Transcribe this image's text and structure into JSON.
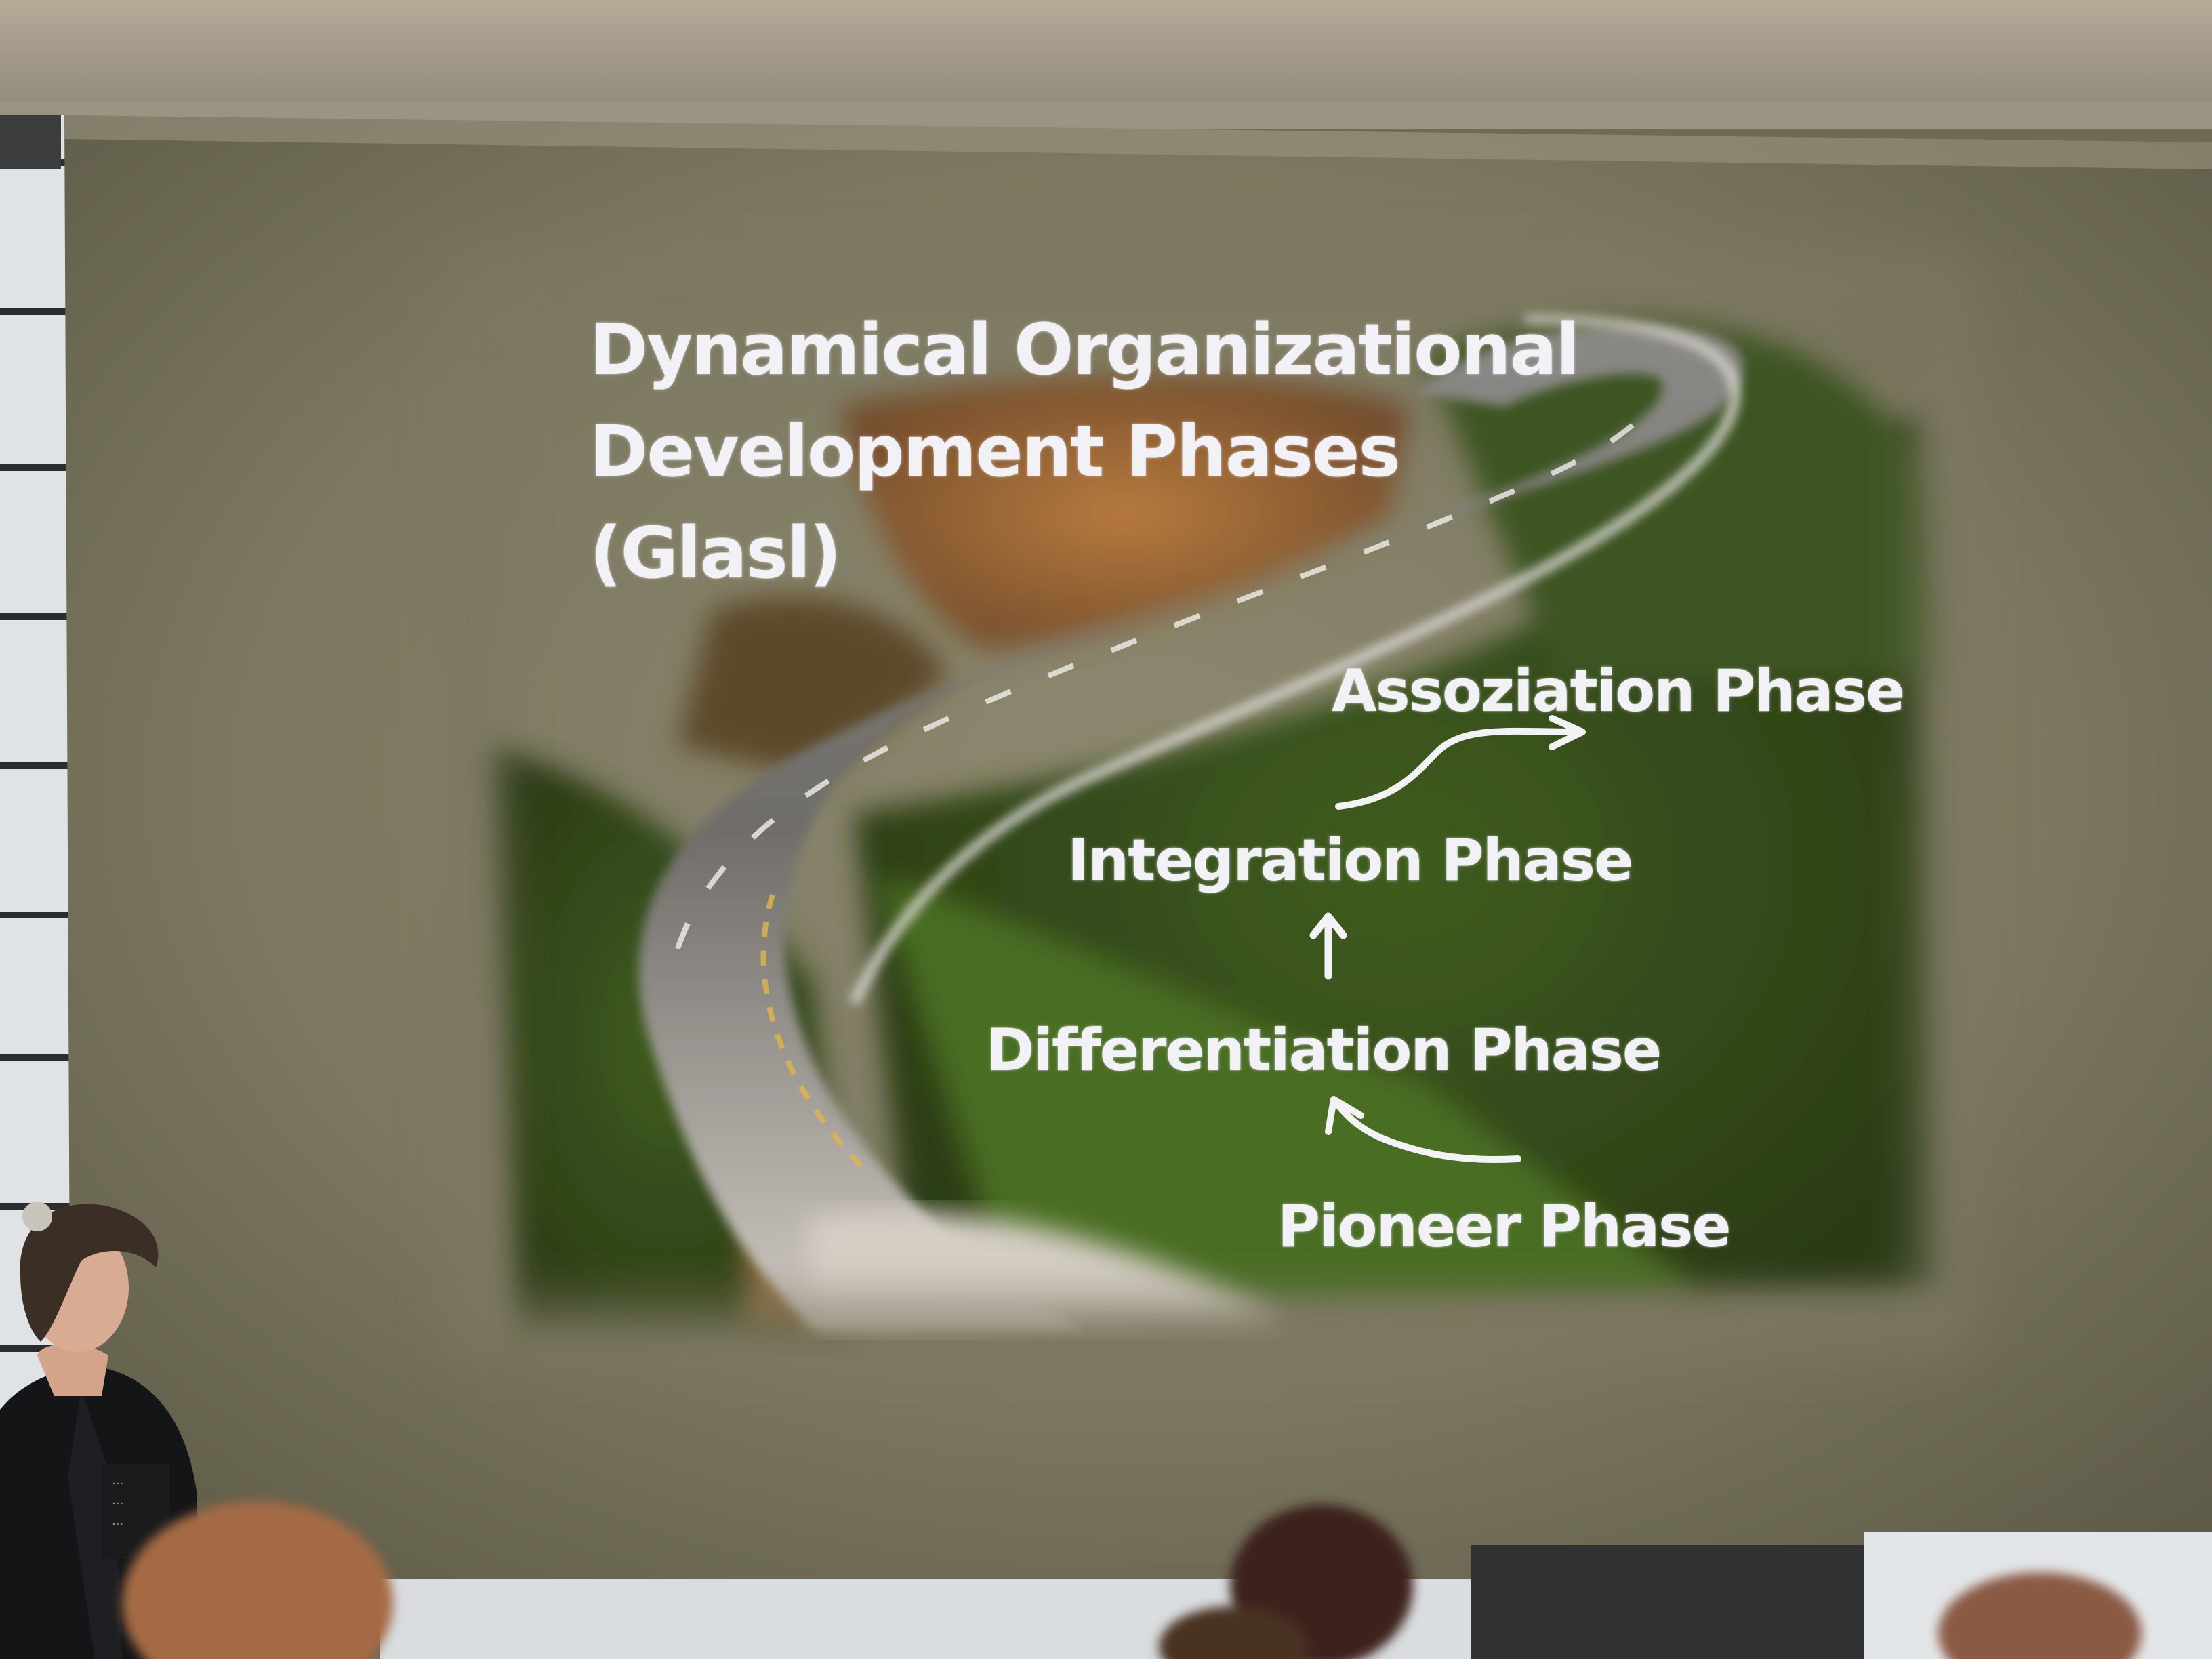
{
  "slide": {
    "title_lines": [
      "Dynamical Organizational",
      "Development Phases",
      "(Glasl)"
    ],
    "phases": {
      "assoziation": "Assoziation Phase",
      "integration": "Integration Phase",
      "differentiation": "Differentiation Phase",
      "pioneer": "Pioneer Phase"
    }
  },
  "presenter_shirt_text": [
    "...",
    "...",
    "..."
  ]
}
